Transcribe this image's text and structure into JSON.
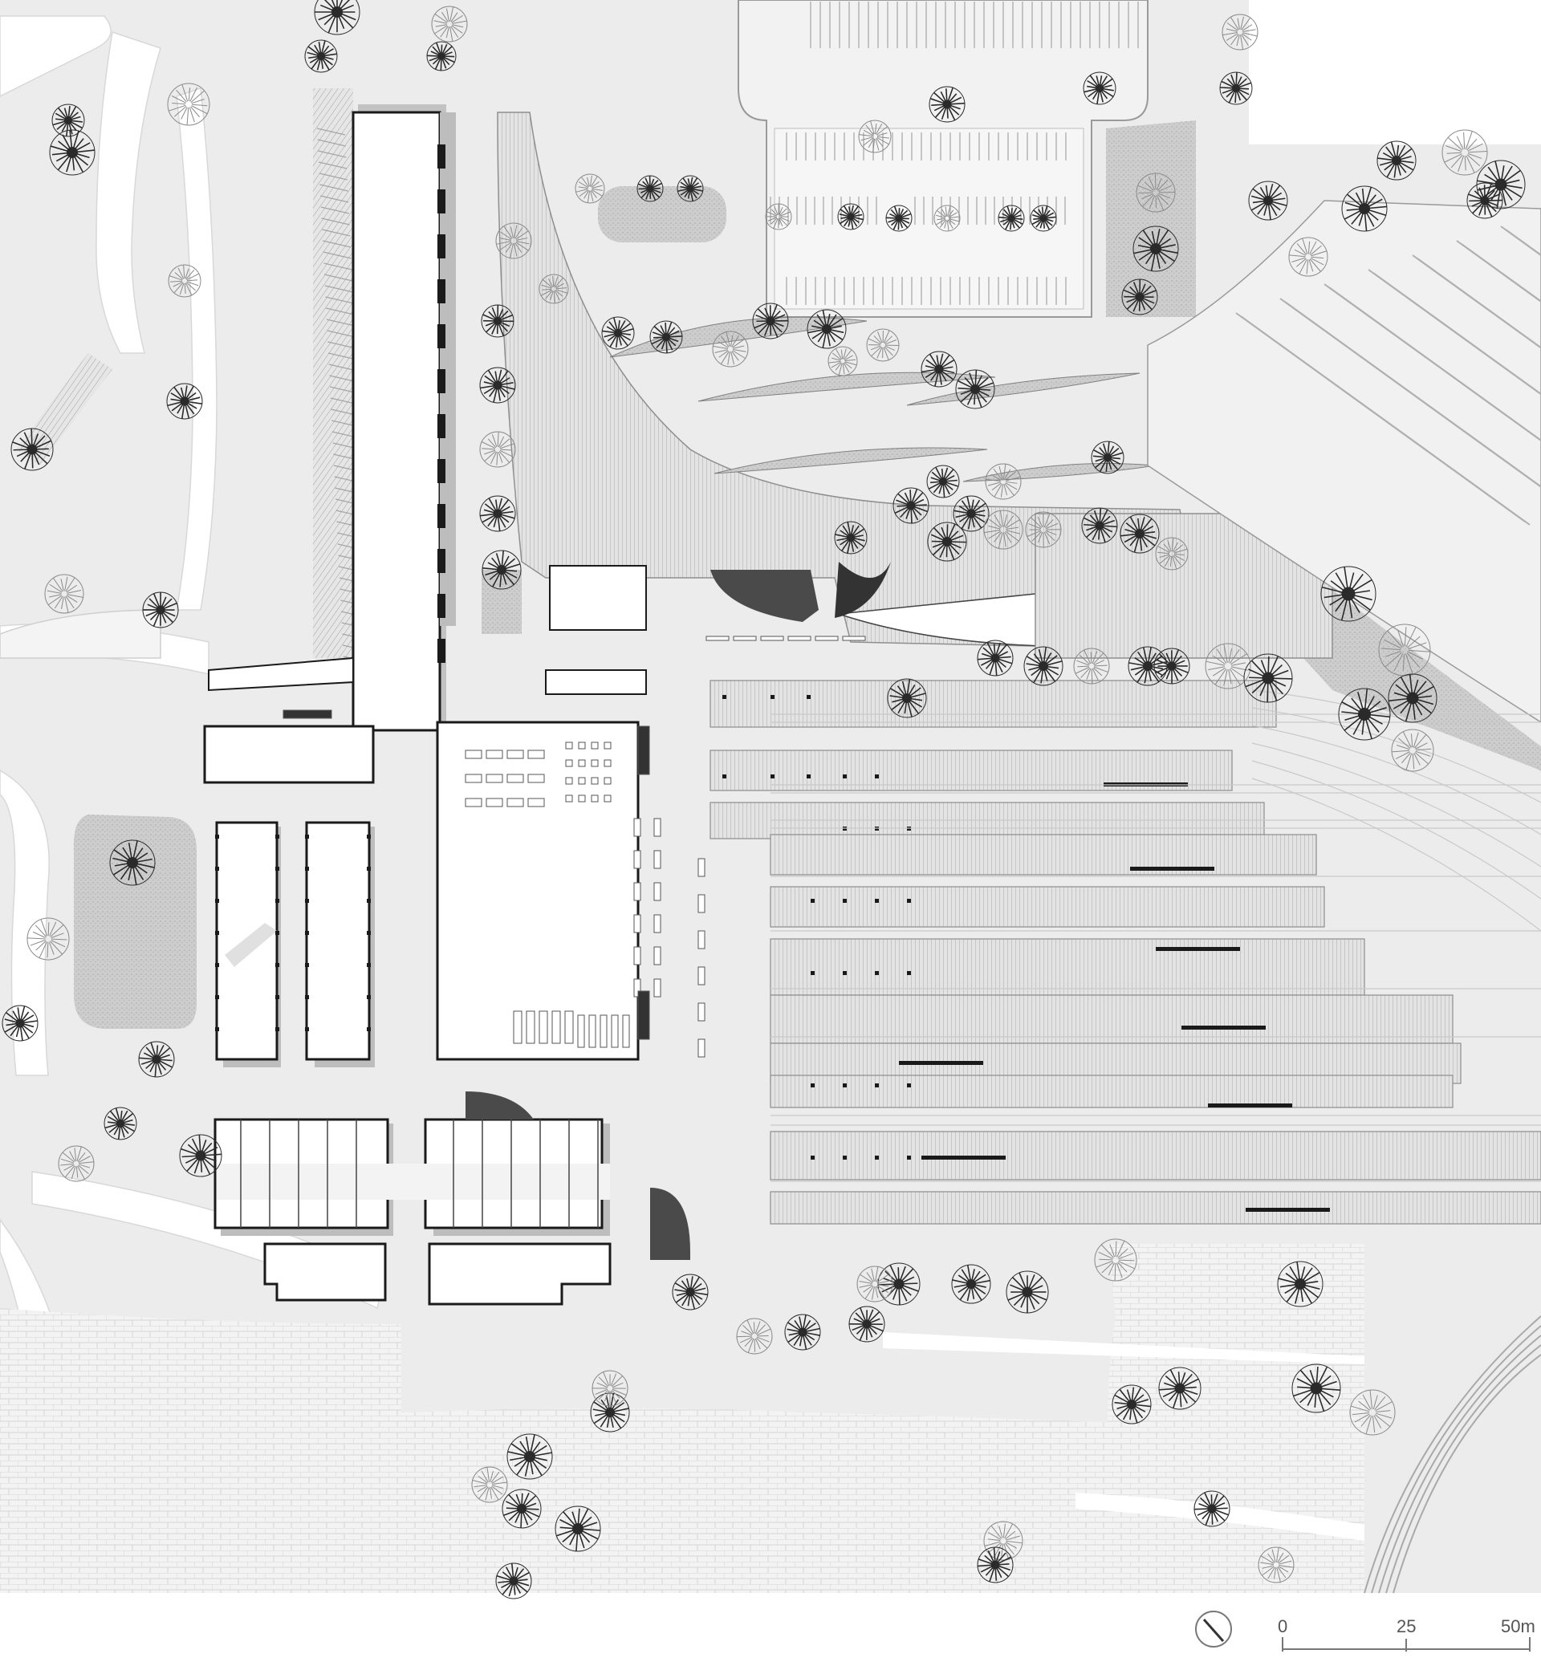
{
  "map": {
    "colors": {
      "paper": "#ffffff",
      "ground": "#ececec",
      "paving": "#f2f2f2",
      "lawn": "#c9c9c9",
      "building": "#ffffff",
      "wall": "#1a1a1a",
      "shadow": "#bdbdbd",
      "tree_dark": "#2a2a2a",
      "tree_light": "#8a8a8a",
      "track": "#b5b5b5"
    },
    "scale_bar": {
      "ticks": [
        "0",
        "25",
        "50m"
      ]
    },
    "north_arrow": {
      "icon": "north-arrow-icon"
    }
  }
}
